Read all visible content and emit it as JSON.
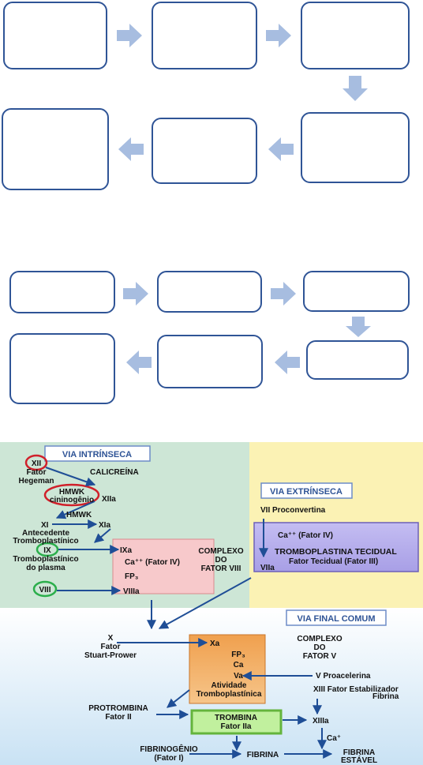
{
  "cascade": {
    "intrinsic": {
      "title": "VIA INTRÍNSECA",
      "xii": "XII",
      "fator": "Fator",
      "hegeman": "Hegeman",
      "calicreina": "CALICREÍNA",
      "hmwk_a": "HMWK",
      "cininogenio": "cininogênio",
      "xiia": "XIIa",
      "hmwk_b": "HMWK",
      "xi": "XI",
      "xia": "XIa",
      "antecedente": "Antecedente",
      "tromboplastinico": "Tromboplastínico",
      "ix": "IX",
      "ixa": "IXa",
      "tromboplastinico2": "Tromboplastínico",
      "do_plasma": "do plasma",
      "ca_fator_iv": "Ca⁺⁺ (Fator IV)",
      "fp3": "FP₃",
      "viii": "VIII",
      "viiia": "VIIIa",
      "complexo": "COMPLEXO",
      "do": "DO",
      "fator_viii": "FATOR VIII"
    },
    "extrinsic": {
      "title": "VIA EXTRÍNSECA",
      "vii_proconvertina": "VII Proconvertina",
      "ca_fator_iv": "Ca⁺⁺ (Fator IV)",
      "tromboplastina": "TROMBOPLASTINA TECIDUAL",
      "fator_tecidual": "Fator Tecidual (Fator III)",
      "viia": "VIIa"
    },
    "common": {
      "title": "VIA FINAL COMUM",
      "x": "X",
      "fator": "Fator",
      "stuart": "Stuart-Prower",
      "xa": "Xa",
      "fp3": "FP₃",
      "ca": "Ca",
      "va": "Va",
      "atividade": "Atividade",
      "tromboplastinica": "Tromboplastínica",
      "complexo": "COMPLEXO",
      "do": "DO",
      "fator_v": "FATOR V",
      "v_proacelerina": "V Proacelerina",
      "protrombina": "PROTROMBINA",
      "fator_ii": "Fator II",
      "trombina": "TROMBINA",
      "fator_iia": "Fator IIa",
      "xiii_fator": "XIII Fator Estabilizador",
      "fibrina_label": "Fibrina",
      "xiiia": "XIIIa",
      "ca_plus": "Ca⁺",
      "fibrinogenio": "FIBRINOGÊNIO",
      "fator_i": "(Fator I)",
      "fibrina": "FIBRINA",
      "fibrina_estavel_1": "FIBRINA",
      "fibrina_estavel_2": "ESTÁVEL"
    }
  }
}
